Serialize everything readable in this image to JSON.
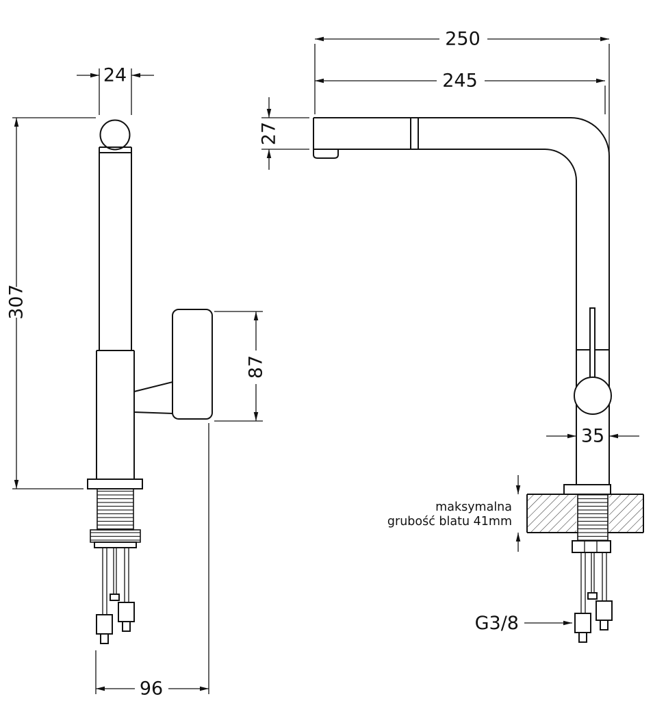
{
  "diagram": {
    "dimensions": {
      "spout_top_width": "24",
      "total_height": "307",
      "handle_length": "87",
      "base_depth": "96",
      "overall_depth": "250",
      "spout_reach": "245",
      "spout_pipe_height": "27",
      "body_width": "35"
    },
    "annotations": {
      "countertop_note_line1": "maksymalna",
      "countertop_note_line2": "grubość blatu 41mm",
      "thread_size": "G3/8"
    }
  }
}
